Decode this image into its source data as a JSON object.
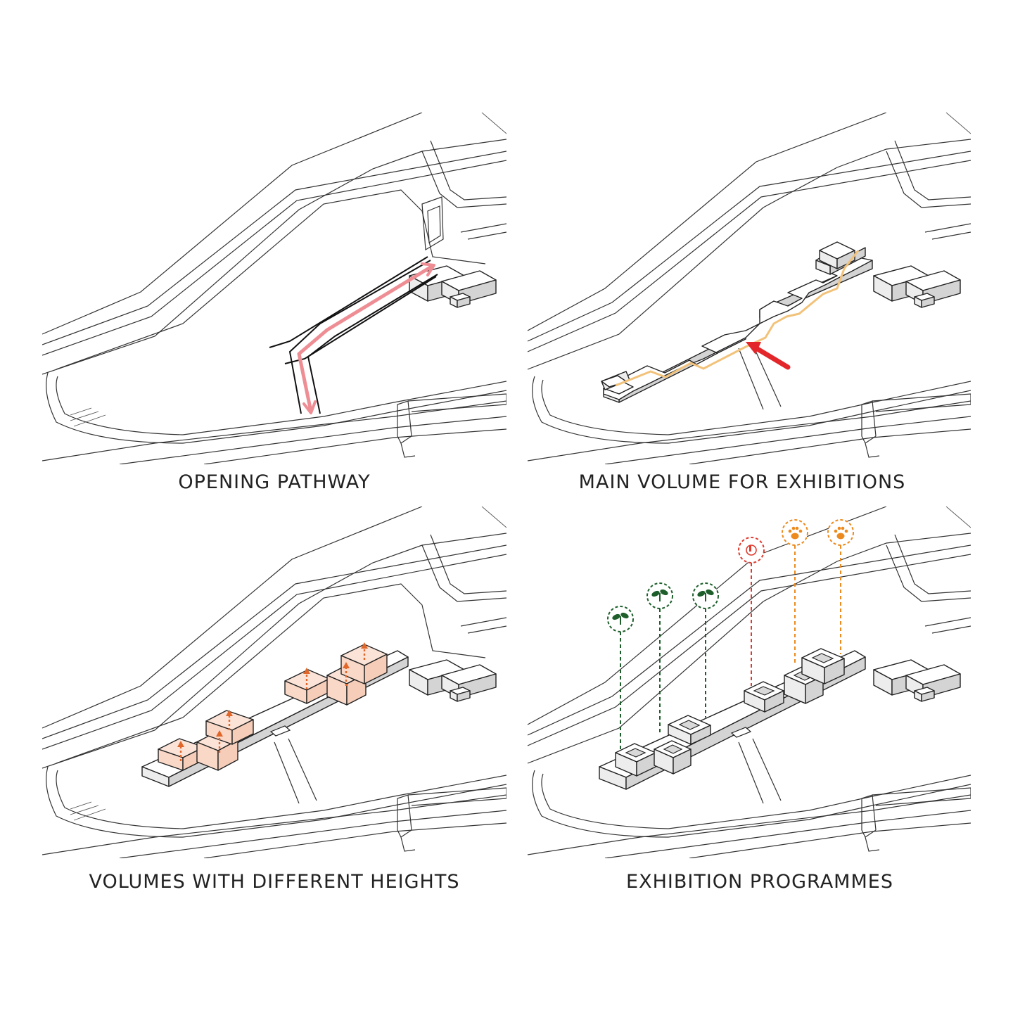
{
  "panels": [
    {
      "caption": "OPENING PATHWAY"
    },
    {
      "caption": "MAIN VOLUME FOR EXHIBITIONS"
    },
    {
      "caption": "VOLUMES WITH DIFFERENT HEIGHTS"
    },
    {
      "caption": "EXHIBITION PROGRAMMES"
    }
  ],
  "colors": {
    "line": "#333333",
    "pathway": "#ee8e94",
    "route": "#f2c27a",
    "arrow": "#e3262a",
    "height_arrow": "#e0662a",
    "peach": "#fbe3d8",
    "plant": "#1d5e2b",
    "sensory": "#e03a2f",
    "animal": "#ec8a1d"
  },
  "icons": {
    "plant": "sprout-icon",
    "sensory": "touch-icon",
    "animal": "paw-icon"
  }
}
